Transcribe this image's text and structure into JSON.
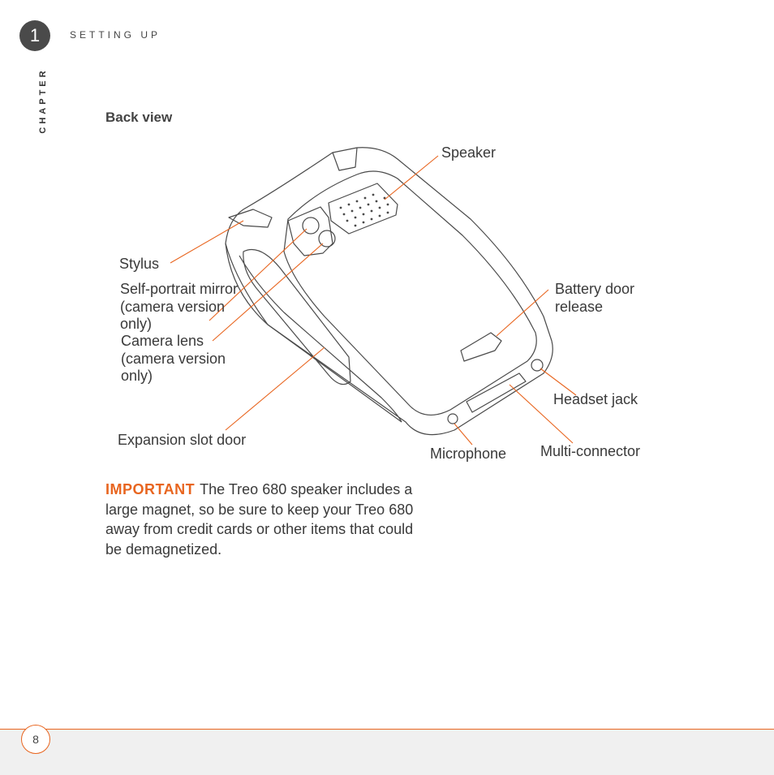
{
  "header": {
    "chapter_number": "1",
    "chapter_title": "SETTING UP",
    "chapter_word": "CHAPTER"
  },
  "section": {
    "heading": "Back view"
  },
  "diagram": {
    "labels": {
      "speaker": "Speaker",
      "stylus": "Stylus",
      "self_portrait_mirror": [
        "Self-portrait mirror",
        "(camera version",
        "only)"
      ],
      "camera_lens": [
        "Camera lens",
        "(camera version",
        "only)"
      ],
      "battery_door_release": [
        "Battery door",
        "release"
      ],
      "headset_jack": "Headset jack",
      "expansion_slot_door": "Expansion slot door",
      "microphone": "Microphone",
      "multi_connector": "Multi-connector"
    },
    "callout_color": "#e8651f"
  },
  "note": {
    "label": "IMPORTANT",
    "text": "The Treo 680 speaker includes a large magnet, so be sure to keep your Treo 680 away from credit cards or other items that could be demagnetized."
  },
  "footer": {
    "page_number": "8",
    "accent_color": "#e8651f"
  }
}
